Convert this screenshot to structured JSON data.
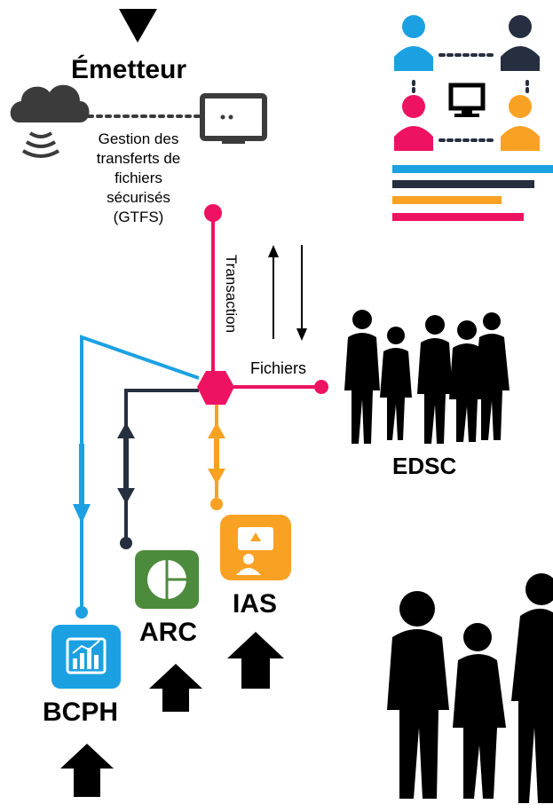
{
  "emitter": {
    "title": "Émetteur",
    "gtfs_line1": "Gestion des",
    "gtfs_line2": "transferts de",
    "gtfs_line3": "fichiers",
    "gtfs_line4": "sécurisés",
    "gtfs_line5": "(GTFS)"
  },
  "labels": {
    "transaction": "Transaction",
    "fichiers": "Fichiers"
  },
  "nodes": {
    "edsc": "EDSC",
    "ias": "IAS",
    "arc": "ARC",
    "bcph": "BCPH"
  },
  "colors": {
    "pink": "#ee1262",
    "blue": "#1ba1e2",
    "navy": "#262f3f",
    "orange": "#f9a123",
    "green": "#4c8b3c",
    "gray": "#3b3b3b"
  },
  "icons": {
    "top_marker": "down-triangle-icon",
    "cloud": "cloud-icon",
    "monitor": "monitor-icon",
    "network": "user-network-icon",
    "arc": "pie-chart-icon",
    "ias": "presenter-icon",
    "bcph": "bar-chart-icon",
    "business_group_top": "business-people-icon",
    "business_group_bottom": "business-people-icon"
  }
}
